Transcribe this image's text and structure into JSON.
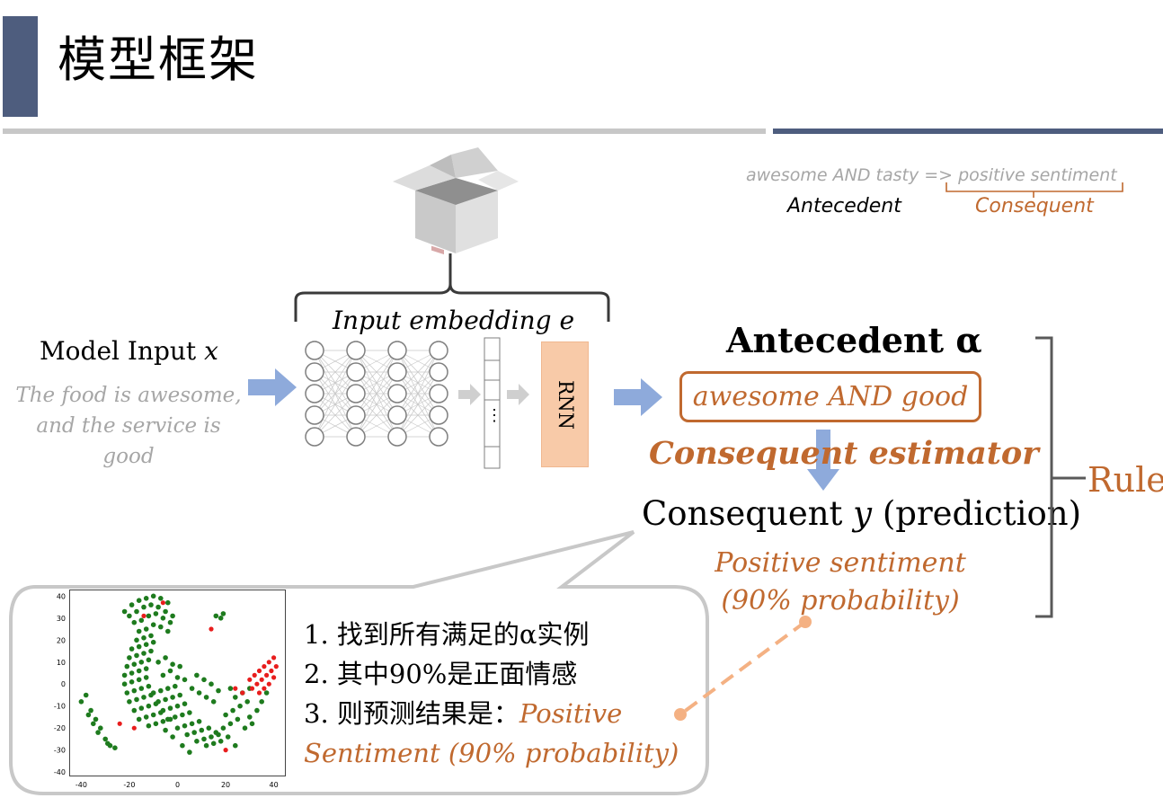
{
  "slide": {
    "title": "模型框架"
  },
  "rule_example": {
    "text": "awesome AND tasty => positive sentiment",
    "antecedent_label": "Antecedent",
    "consequent_label": "Consequent"
  },
  "model_input": {
    "label": "Model Input",
    "variable": "x",
    "example_line1": "The food is awesome,",
    "example_line2": "and the service is good"
  },
  "embedding": {
    "label": "Input embedding e",
    "vector_ellipsis": "⋮"
  },
  "rnn": {
    "label": "RNN"
  },
  "rule_side": {
    "antecedent_title": "Antecedent α",
    "antecedent_value": "awesome AND good",
    "estimator_label": "Consequent estimator",
    "consequent_title_prefix": "Consequent ",
    "consequent_variable": "y",
    "consequent_title_suffix": " (prediction)",
    "positive_line1": "Positive sentiment",
    "positive_line2": "(90% probability)",
    "rule_word": "Rule"
  },
  "callout": {
    "step1": "1. 找到所有满足的α实例",
    "step2": "2. 其中90%是正面情感",
    "step3_prefix": "3. 则预测结果是：",
    "step3_answer_a": "Positive",
    "step3_answer_b": "Sentiment (90% probability)"
  },
  "colors": {
    "accent_orange": "#c0692f",
    "title_bar": "#4e5d7e",
    "arrow_blue": "#8eaadb",
    "rnn_fill": "#f8caa8",
    "scatter_green": "#1e7b1e",
    "scatter_red": "#e81d1d"
  },
  "chart_data": {
    "type": "scatter",
    "x_ticks": [
      "-40",
      "-20",
      "0",
      "20",
      "40"
    ],
    "y_ticks": [
      "40",
      "30",
      "20",
      "10",
      "0",
      "-10",
      "-20",
      "-30",
      "-40"
    ],
    "xlim": [
      -45,
      45
    ],
    "ylim": [
      -42,
      43
    ],
    "series": [
      {
        "color": "green",
        "points": [
          [
            -40,
            -8
          ],
          [
            -37,
            -14
          ],
          [
            -35,
            -18
          ],
          [
            -33,
            -22
          ],
          [
            -30,
            -25
          ],
          [
            -28,
            -28
          ],
          [
            -26,
            -29
          ],
          [
            -38,
            -5
          ],
          [
            -36,
            -12
          ],
          [
            -32,
            -20
          ],
          [
            -29,
            -27
          ],
          [
            -34,
            -16
          ],
          [
            -22,
            33
          ],
          [
            -19,
            36
          ],
          [
            -16,
            38
          ],
          [
            -13,
            39
          ],
          [
            -10,
            40
          ],
          [
            -7,
            39
          ],
          [
            -4,
            37
          ],
          [
            -20,
            31
          ],
          [
            -17,
            33
          ],
          [
            -14,
            35
          ],
          [
            -11,
            36
          ],
          [
            -8,
            35
          ],
          [
            -5,
            33
          ],
          [
            -2,
            31
          ],
          [
            -18,
            28
          ],
          [
            -15,
            29
          ],
          [
            -12,
            31
          ],
          [
            -9,
            32
          ],
          [
            -6,
            30
          ],
          [
            -3,
            28
          ],
          [
            -16,
            24
          ],
          [
            -13,
            25
          ],
          [
            -10,
            27
          ],
          [
            -7,
            26
          ],
          [
            -4,
            24
          ],
          [
            -17,
            20
          ],
          [
            -14,
            21
          ],
          [
            -11,
            22
          ],
          [
            -19,
            16
          ],
          [
            -16,
            17
          ],
          [
            -13,
            18
          ],
          [
            -10,
            19
          ],
          [
            -20,
            12
          ],
          [
            -17,
            13
          ],
          [
            -14,
            14
          ],
          [
            -11,
            15
          ],
          [
            -21,
            8
          ],
          [
            -18,
            9
          ],
          [
            -15,
            10
          ],
          [
            -12,
            11
          ],
          [
            -22,
            4
          ],
          [
            -19,
            5
          ],
          [
            -16,
            6
          ],
          [
            -13,
            7
          ],
          [
            -22,
            0
          ],
          [
            -19,
            1
          ],
          [
            -16,
            2
          ],
          [
            -13,
            3
          ],
          [
            -21,
            -4
          ],
          [
            -18,
            -3
          ],
          [
            -15,
            -2
          ],
          [
            -12,
            -1
          ],
          [
            -20,
            -8
          ],
          [
            -17,
            -7
          ],
          [
            -14,
            -6
          ],
          [
            -11,
            -5
          ],
          [
            -18,
            -12
          ],
          [
            -15,
            -11
          ],
          [
            -12,
            -10
          ],
          [
            -9,
            -9
          ],
          [
            -16,
            -16
          ],
          [
            -13,
            -15
          ],
          [
            -10,
            -14
          ],
          [
            -7,
            -13
          ],
          [
            -12,
            -19
          ],
          [
            -9,
            -18
          ],
          [
            -6,
            -17
          ],
          [
            -3,
            -16
          ],
          [
            -10,
            -4
          ],
          [
            -7,
            -3
          ],
          [
            -4,
            -2
          ],
          [
            -1,
            -1
          ],
          [
            -8,
            -8
          ],
          [
            -5,
            -7
          ],
          [
            -2,
            -6
          ],
          [
            1,
            -5
          ],
          [
            -6,
            -12
          ],
          [
            -3,
            -11
          ],
          [
            0,
            -10
          ],
          [
            3,
            -9
          ],
          [
            -4,
            -16
          ],
          [
            -1,
            -15
          ],
          [
            2,
            -14
          ],
          [
            5,
            -13
          ],
          [
            0,
            -20
          ],
          [
            3,
            -19
          ],
          [
            6,
            -18
          ],
          [
            9,
            -17
          ],
          [
            4,
            -23
          ],
          [
            7,
            -22
          ],
          [
            10,
            -21
          ],
          [
            13,
            -20
          ],
          [
            8,
            -26
          ],
          [
            11,
            -25
          ],
          [
            14,
            -24
          ],
          [
            17,
            -23
          ],
          [
            12,
            -28
          ],
          [
            15,
            -27
          ],
          [
            18,
            -26
          ],
          [
            21,
            -24
          ],
          [
            16,
            -22
          ],
          [
            19,
            -20
          ],
          [
            22,
            -18
          ],
          [
            25,
            -16
          ],
          [
            20,
            -14
          ],
          [
            23,
            -12
          ],
          [
            26,
            -10
          ],
          [
            29,
            -8
          ],
          [
            24,
            -6
          ],
          [
            27,
            -4
          ],
          [
            30,
            -2
          ],
          [
            22,
            -2
          ],
          [
            -6,
            4
          ],
          [
            -3,
            6
          ],
          [
            0,
            3
          ],
          [
            3,
            2
          ],
          [
            -8,
            10
          ],
          [
            -5,
            12
          ],
          [
            -2,
            9
          ],
          [
            1,
            8
          ],
          [
            6,
            -2
          ],
          [
            9,
            -4
          ],
          [
            12,
            -6
          ],
          [
            15,
            -8
          ],
          [
            8,
            4
          ],
          [
            11,
            2
          ],
          [
            14,
            0
          ],
          [
            17,
            -3
          ],
          [
            16,
            31
          ],
          [
            18,
            30
          ],
          [
            19,
            32
          ],
          [
            30,
            -15
          ],
          [
            33,
            -12
          ],
          [
            35,
            -8
          ],
          [
            37,
            -4
          ],
          [
            28,
            -20
          ],
          [
            31,
            -18
          ],
          [
            2,
            -28
          ],
          [
            5,
            -31
          ],
          [
            -2,
            -24
          ],
          [
            -5,
            -21
          ],
          [
            24,
            -28
          ]
        ]
      },
      {
        "color": "red",
        "points": [
          [
            30,
            2
          ],
          [
            32,
            4
          ],
          [
            34,
            6
          ],
          [
            36,
            8
          ],
          [
            38,
            10
          ],
          [
            40,
            12
          ],
          [
            31,
            -2
          ],
          [
            33,
            0
          ],
          [
            35,
            2
          ],
          [
            37,
            4
          ],
          [
            39,
            6
          ],
          [
            41,
            8
          ],
          [
            34,
            -4
          ],
          [
            36,
            -2
          ],
          [
            38,
            0
          ],
          [
            40,
            3
          ],
          [
            -14,
            31
          ],
          [
            -6,
            37
          ],
          [
            24,
            -2
          ],
          [
            27,
            -4
          ],
          [
            20,
            -30
          ],
          [
            14,
            25
          ],
          [
            -18,
            -20
          ],
          [
            -24,
            -18
          ]
        ]
      }
    ]
  }
}
